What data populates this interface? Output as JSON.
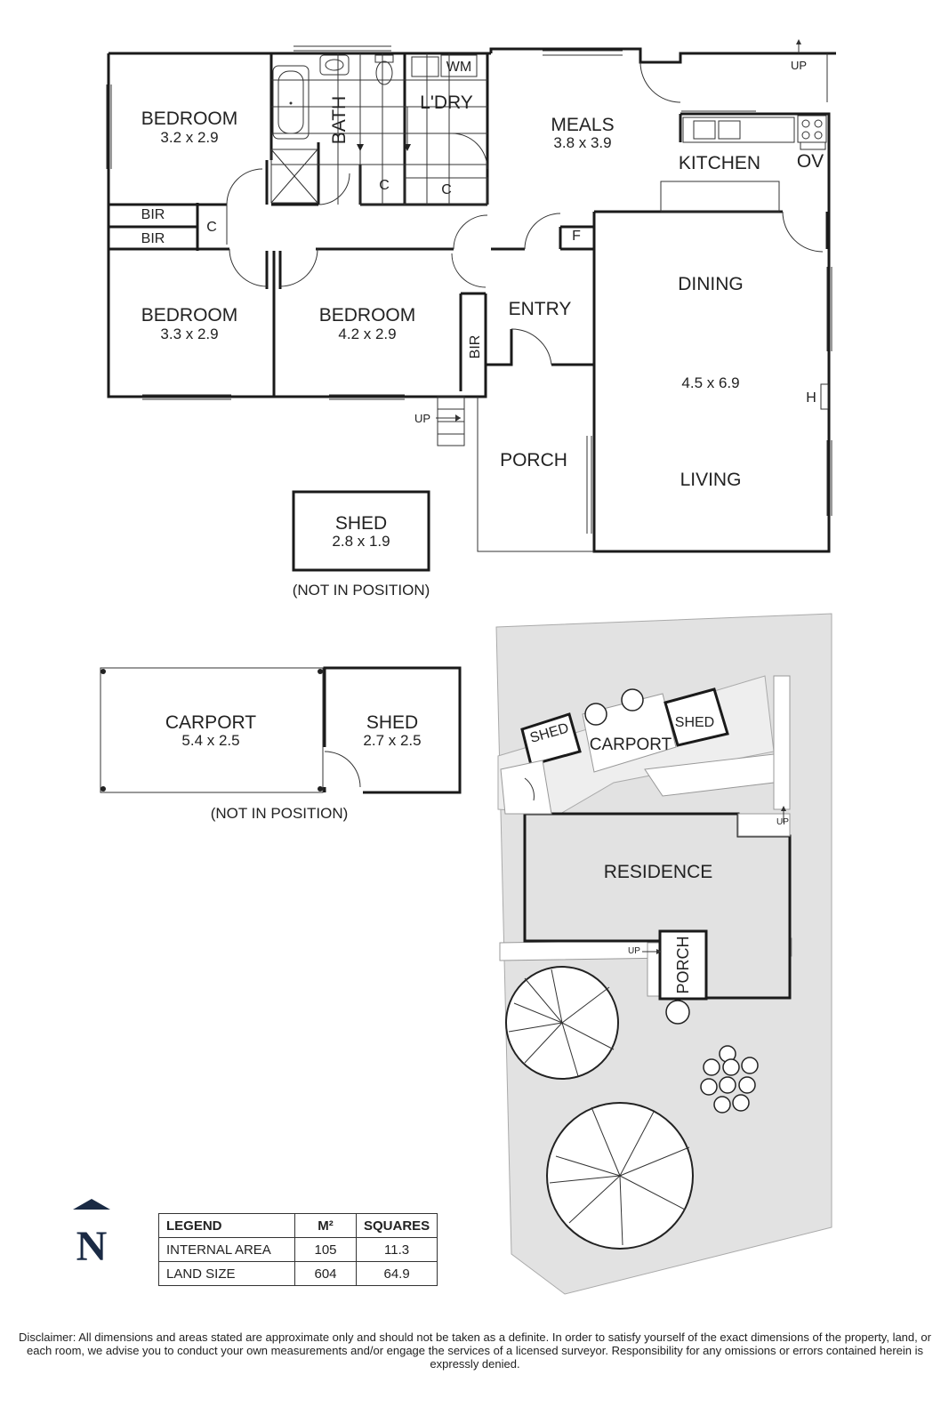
{
  "rooms": {
    "bedroom1": {
      "label": "BEDROOM",
      "dim": "3.2 x 2.9"
    },
    "bedroom2": {
      "label": "BEDROOM",
      "dim": "3.3 x 2.9"
    },
    "bedroom3": {
      "label": "BEDROOM",
      "dim": "4.2 x 2.9"
    },
    "bath": "BATH",
    "laundry": "L'DRY",
    "wm": "WM",
    "meals": {
      "label": "MEALS",
      "dim": "3.8 x 3.9"
    },
    "kitchen": "KITCHEN",
    "oven": "OV",
    "dining": "DINING",
    "living_dim": "4.5 x 6.9",
    "living": "LIVING",
    "entry": "ENTRY",
    "porch": "PORCH",
    "bir": "BIR",
    "cupboard": "C",
    "fridge": "F",
    "heater": "H",
    "up": "UP"
  },
  "shed1": {
    "label": "SHED",
    "dim": "2.8 x 1.9",
    "note": "(NOT IN POSITION)"
  },
  "carport": {
    "label": "CARPORT",
    "dim": "5.4 x 2.5"
  },
  "shed2": {
    "label": "SHED",
    "dim": "2.7 x 2.5",
    "note": "(NOT IN POSITION)"
  },
  "site": {
    "shed_left": "SHED",
    "carport": "CARPORT",
    "shed_right": "SHED",
    "residence": "RESIDENCE",
    "porch": "PORCH",
    "up": "UP"
  },
  "compass": "N",
  "legend": {
    "headers": [
      "LEGEND",
      "M²",
      "SQUARES"
    ],
    "rows": [
      {
        "label": "INTERNAL AREA",
        "m2": "105",
        "squares": "11.3"
      },
      {
        "label": "LAND SIZE",
        "m2": "604",
        "squares": "64.9"
      }
    ]
  },
  "disclaimer": "Disclaimer: All dimensions and areas stated are approximate only and should not be taken as a definite. In order to satisfy yourself of the exact dimensions of the property, land, or each room, we advise you to conduct your own measurements and/or engage the services of a licensed surveyor. Responsibility for any omissions or errors contained herein is expressly denied."
}
